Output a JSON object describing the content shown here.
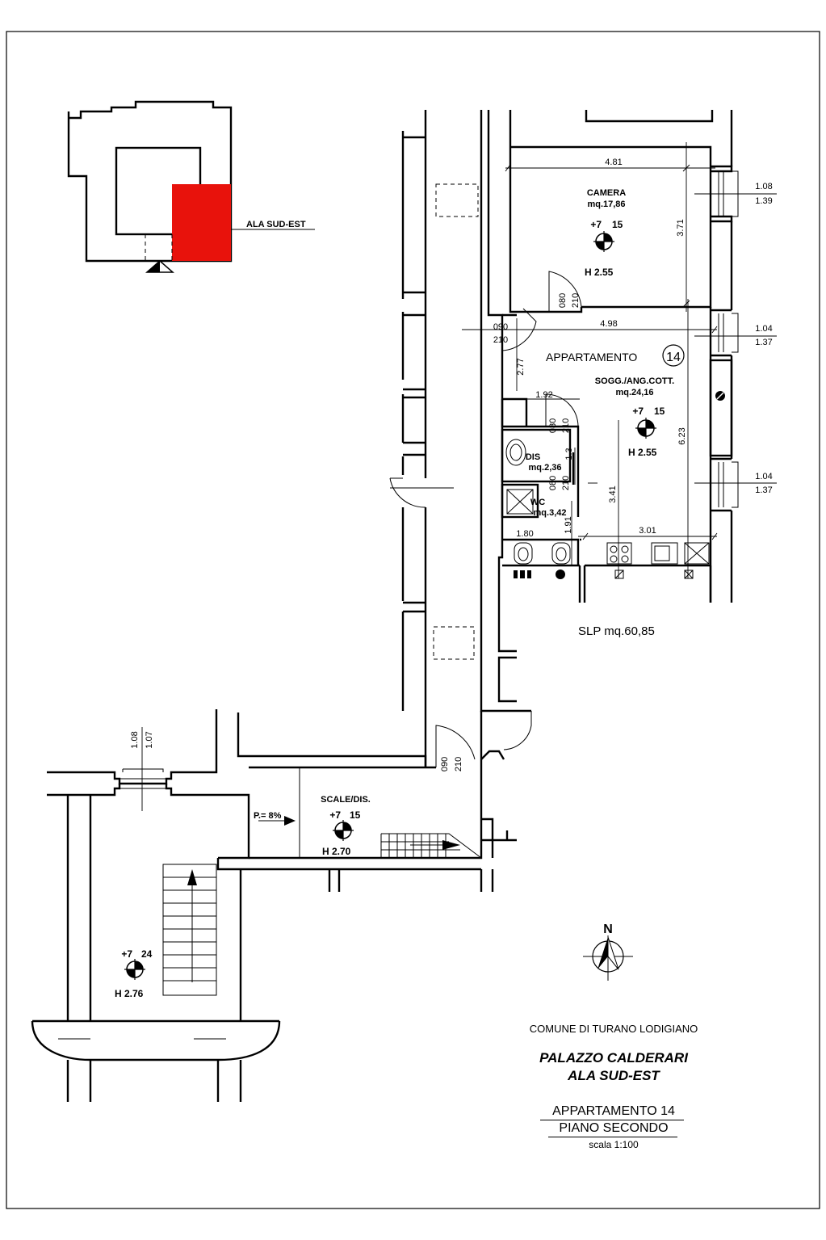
{
  "keyplan": {
    "wing_label": "ALA SUD-EST",
    "highlight_color": "#e8120c"
  },
  "rooms": {
    "camera": {
      "name": "CAMERA",
      "area": "mq.17,86",
      "level": "+7",
      "level_sub": "15",
      "height": "H  2.55"
    },
    "apartment": {
      "label": "APPARTAMENTO",
      "number": "14"
    },
    "soggiorno": {
      "name": "SOGG./ANG.COTT.",
      "area": "mq.24,16",
      "level": "+7",
      "level_sub": "15",
      "height": "H  2.55"
    },
    "dis": {
      "name": "DIS",
      "area": "mq.2,36"
    },
    "wc": {
      "name": "WC",
      "area": "mq.3,42"
    },
    "scale": {
      "name": "SCALE/DIS.",
      "level": "+7",
      "level_sub": "15",
      "height": "H  2.70",
      "slope": "P.= 8%"
    },
    "lower": {
      "level": "+7",
      "level_sub": "24",
      "height": "H  2.76"
    }
  },
  "dimensions": {
    "camera_width": "4.81",
    "camera_depth": "3.71",
    "living_width": "4.98",
    "living_depth": "6.23",
    "hall_depth": "2.77",
    "hall_width": "1.92",
    "kitchen_len": "3.01",
    "bath_width": "1.80",
    "bath_depth": "1.91",
    "dis_depth": "1.3",
    "kitchen_depth": "3.41"
  },
  "windows": [
    {
      "top": "1.08",
      "bottom": "1.39"
    },
    {
      "top": "1.04",
      "bottom": "1.37"
    },
    {
      "top": "1.04",
      "bottom": "1.37"
    }
  ],
  "stair_window": {
    "a": "1.08",
    "b": "1.07"
  },
  "doors": {
    "camera": {
      "w": "080",
      "h": "210"
    },
    "entry": {
      "w": "090",
      "h": "210"
    },
    "dis": {
      "w": "080",
      "h": "210"
    },
    "wc": {
      "w": "080",
      "h": "210"
    },
    "stair": {
      "w": "090",
      "h": "210"
    }
  },
  "slp": "SLP  mq.60,85",
  "north": "N",
  "title": {
    "comune": "COMUNE DI TURANO LODIGIANO",
    "palazzo": "PALAZZO CALDERARI",
    "ala": "ALA SUD-EST",
    "unit": "APPARTAMENTO 14",
    "floor": "PIANO SECONDO",
    "scale": "scala 1:100"
  }
}
